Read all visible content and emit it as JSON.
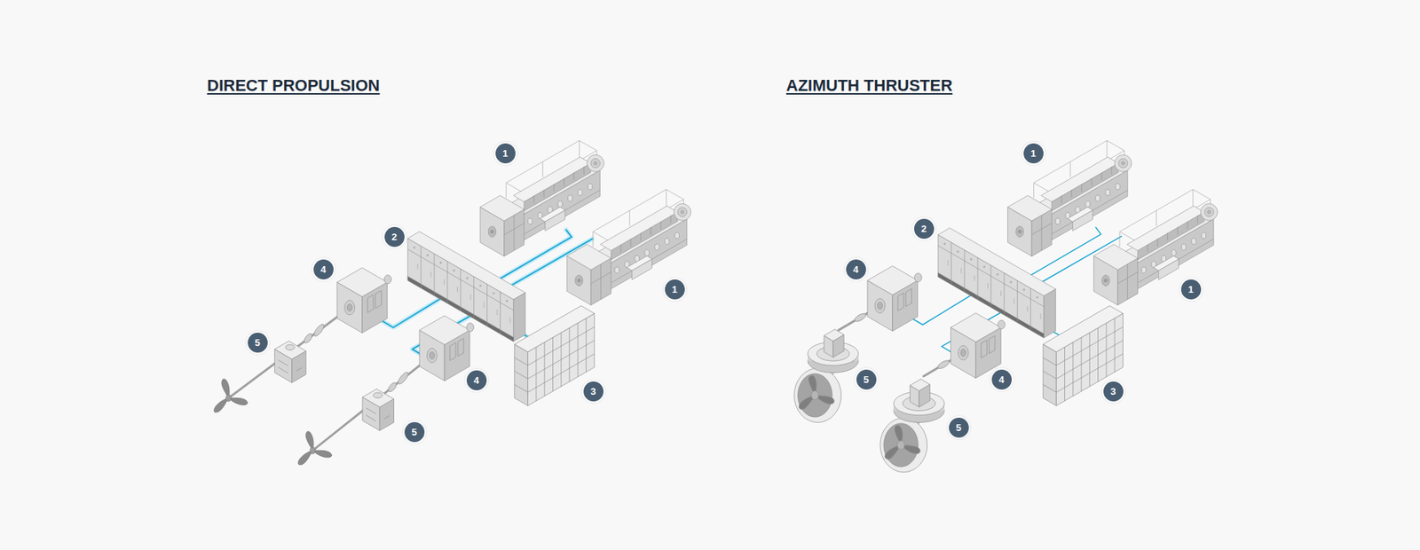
{
  "diagram": {
    "labels": [
      "DIRECT PROPULSION",
      "AZIMUTH THRUSTER",
      "1",
      "2",
      "4",
      "1",
      "5",
      "4",
      "3",
      "5",
      "1",
      "2",
      "4",
      "1",
      "5",
      "4",
      "3",
      "5"
    ]
  }
}
